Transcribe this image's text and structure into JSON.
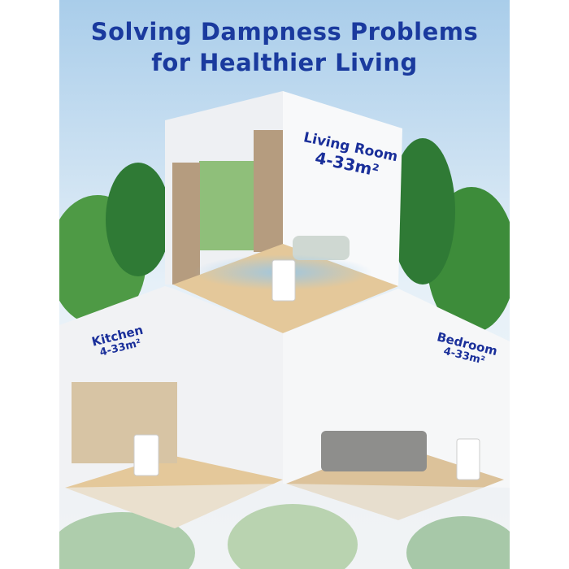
{
  "headline": {
    "line1": "Solving Dampness Problems",
    "line2": "for Healthier Living"
  },
  "rooms": [
    {
      "name": "Living Room",
      "area": "4-33m²"
    },
    {
      "name": "Kitchen",
      "area": "4-33m²"
    },
    {
      "name": "Bedroom",
      "area": "4-33m²"
    }
  ],
  "colors": {
    "headline": "#1a3a9e",
    "sky": "#cfe3f3",
    "foliage": "#3f8a3a",
    "floor": "#e4c89a",
    "wall": "#f3f4f6"
  }
}
